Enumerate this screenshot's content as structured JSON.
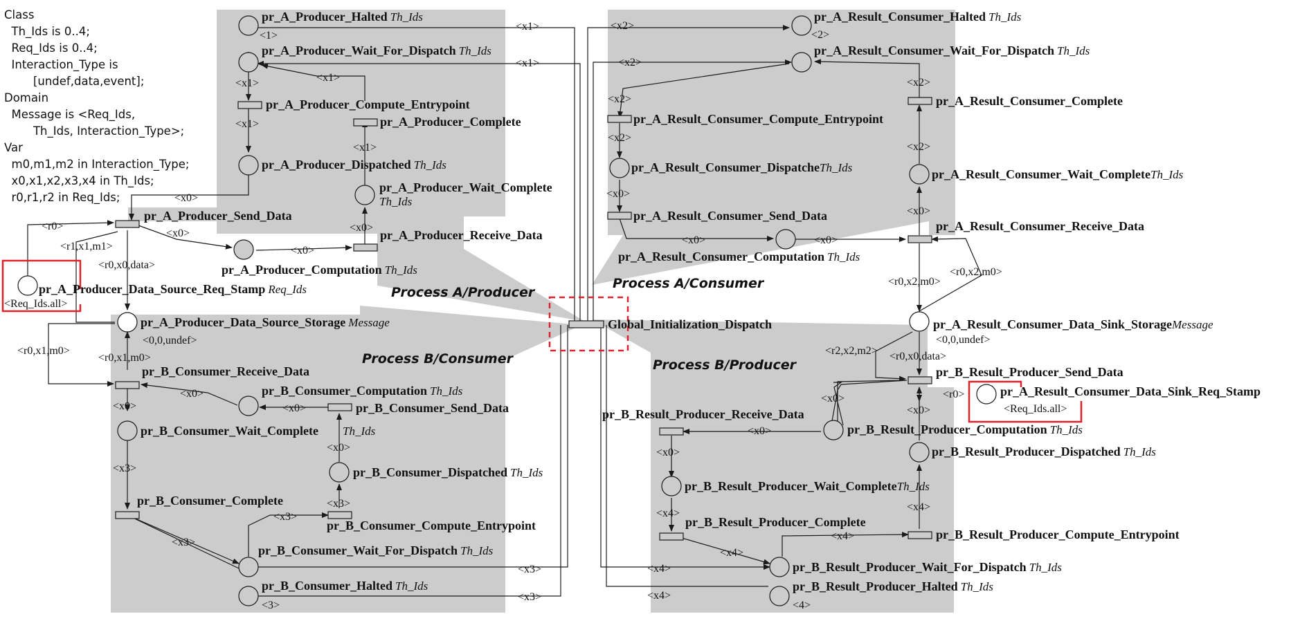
{
  "declarations": [
    "Class",
    "  Th_Ids is 0..4;",
    "  Req_Ids is 0..4;",
    "  Interaction_Type is",
    "        [undef,data,event];",
    "Domain",
    "  Message is <Req_Ids,",
    "        Th_Ids, Interaction_Type>;",
    "Var",
    "  m0,m1,m2 in Interaction_Type;",
    "  x0,x1,x2,x3,x4 in Th_Ids;",
    "  r0,r1,r2 in Req_Ids;"
  ],
  "process_labels": {
    "a_producer": "Process A/Producer",
    "a_consumer": "Process A/Consumer",
    "b_consumer": "Process B/Consumer",
    "b_producer": "Process B/Producer"
  },
  "places": {
    "a_prod_halted": {
      "name": "pr_A_Producer_Halted",
      "type": "Th_Ids"
    },
    "a_prod_wait_dispatch": {
      "name": "pr_A_Producer_Wait_For_Dispatch",
      "type": "Th_Ids"
    },
    "a_prod_dispatched": {
      "name": "pr_A_Producer_Dispatched",
      "type": "Th_Ids"
    },
    "a_prod_wait_complete": {
      "name": "pr_A_Producer_Wait_Complete",
      "type": "Th_Ids"
    },
    "a_prod_computation": {
      "name": "pr_A_Producer_Computation",
      "type": "Th_Ids"
    },
    "a_prod_req_stamp": {
      "name": "pr_A_Producer_Data_Source_Req_Stamp",
      "type": "Req_Ids"
    },
    "a_prod_storage": {
      "name": "pr_A_Producer_Data_Source_Storage",
      "type": "Message"
    },
    "a_res_halted": {
      "name": "pr_A_Result_Consumer_Halted",
      "type": "Th_Ids"
    },
    "a_res_wait_dispatch": {
      "name": "pr_A_Result_Consumer_Wait_For_Dispatch",
      "type": "Th_Ids"
    },
    "a_res_dispatched": {
      "name": "pr_A_Result_Consumer_Dispatche",
      "type": "Th_Ids"
    },
    "a_res_wait_complete": {
      "name": "pr_A_Result_Consumer_Wait_Complete",
      "type": "Th_Ids"
    },
    "a_res_computation": {
      "name": "pr_A_Result_Consumer_Computation",
      "type": "Th_Ids"
    },
    "a_res_sink_storage": {
      "name": "pr_A_Result_Consumer_Data_Sink_Storage",
      "type": "Message"
    },
    "a_res_sink_req_stamp": {
      "name": "pr_A_Result_Consumer_Data_Sink_Req_Stamp"
    },
    "b_cons_computation": {
      "name": "pr_B_Consumer_Computation",
      "type": "Th_Ids"
    },
    "b_cons_wait_complete": {
      "name": "pr_B_Consumer_Wait_Complete",
      "type": "Th_Ids"
    },
    "b_cons_dispatched": {
      "name": "pr_B_Consumer_Dispatched",
      "type": "Th_Ids"
    },
    "b_cons_wait_dispatch": {
      "name": "pr_B_Consumer_Wait_For_Dispatch",
      "type": "Th_Ids"
    },
    "b_cons_halted": {
      "name": "pr_B_Consumer_Halted",
      "type": "Th_Ids"
    },
    "b_res_computation": {
      "name": "pr_B_Result_Producer_Computation",
      "type": "Th_Ids"
    },
    "b_res_dispatched": {
      "name": "pr_B_Result_Producer_Dispatched",
      "type": "Th_Ids"
    },
    "b_res_wait_complete": {
      "name": "pr_B_Result_Producer_Wait_Complete",
      "type": "Th_Ids"
    },
    "b_res_wait_dispatch": {
      "name": "pr_B_Result_Producer_Wait_For_Dispatch",
      "type": "Th_Ids"
    },
    "b_res_halted": {
      "name": "pr_B_Result_Producer_Halted",
      "type": "Th_Ids"
    }
  },
  "transitions": {
    "a_prod_compute_entrypoint": "pr_A_Producer_Compute_Entrypoint",
    "a_prod_complete": "pr_A_Producer_Complete",
    "a_prod_send_data": "pr_A_Producer_Send_Data",
    "a_prod_receive_data": "pr_A_Producer_Receive_Data",
    "a_res_compute_entrypoint": "pr_A_Result_Consumer_Compute_Entrypoint",
    "a_res_complete": "pr_A_Result_Consumer_Complete",
    "a_res_send_data": "pr_A_Result_Consumer_Send_Data",
    "a_res_receive_data": "pr_A_Result_Consumer_Receive_Data",
    "global_init": "Global_Initialization_Dispatch",
    "b_cons_receive_data": "pr_B_Consumer_Receive_Data",
    "b_cons_send_data": "pr_B_Consumer_Send_Data",
    "b_cons_complete": "pr_B_Consumer_Complete",
    "b_cons_compute_entrypoint": "pr_B_Consumer_Compute_Entrypoint",
    "b_res_send_data": "pr_B_Result_Producer_Send_Data",
    "b_res_receive_data": "pr_B_Result_Producer_Receive_Data",
    "b_res_complete": "pr_B_Result_Producer_Complete",
    "b_res_compute_entrypoint": "pr_B_Result_Producer_Compute_Entrypoint"
  },
  "initial_markings": {
    "a_prod_halted": "<1>",
    "a_res_halted": "<2>",
    "b_cons_halted": "<3>",
    "b_res_halted": "<4>",
    "a_prod_req_stamp": "<Req_Ids.all>",
    "a_res_sink_req_stamp": "<Req_Ids.all>",
    "a_prod_storage": "<0,0,undef>",
    "a_res_sink_storage": "<0,0,undef>"
  },
  "arc_labels": {
    "x0": "<x0>",
    "x1": "<x1>",
    "x2": "<x2>",
    "x3": "<x3>",
    "x4": "<x4>",
    "r0": "<r0>",
    "r1_x1_m1": "<r1,x1,m1>",
    "r0_x0_data": "<r0,x0,data>",
    "r0_x1_m0": "<r0,x1,m0>",
    "r0_x2_m0": "<r0,x2,m0>",
    "r2_x2_m2": "<r2,x2,m2>"
  },
  "colors": {
    "process_region": "#cccccc",
    "highlight": "#e0202a",
    "stroke": "#1a1a1a"
  }
}
